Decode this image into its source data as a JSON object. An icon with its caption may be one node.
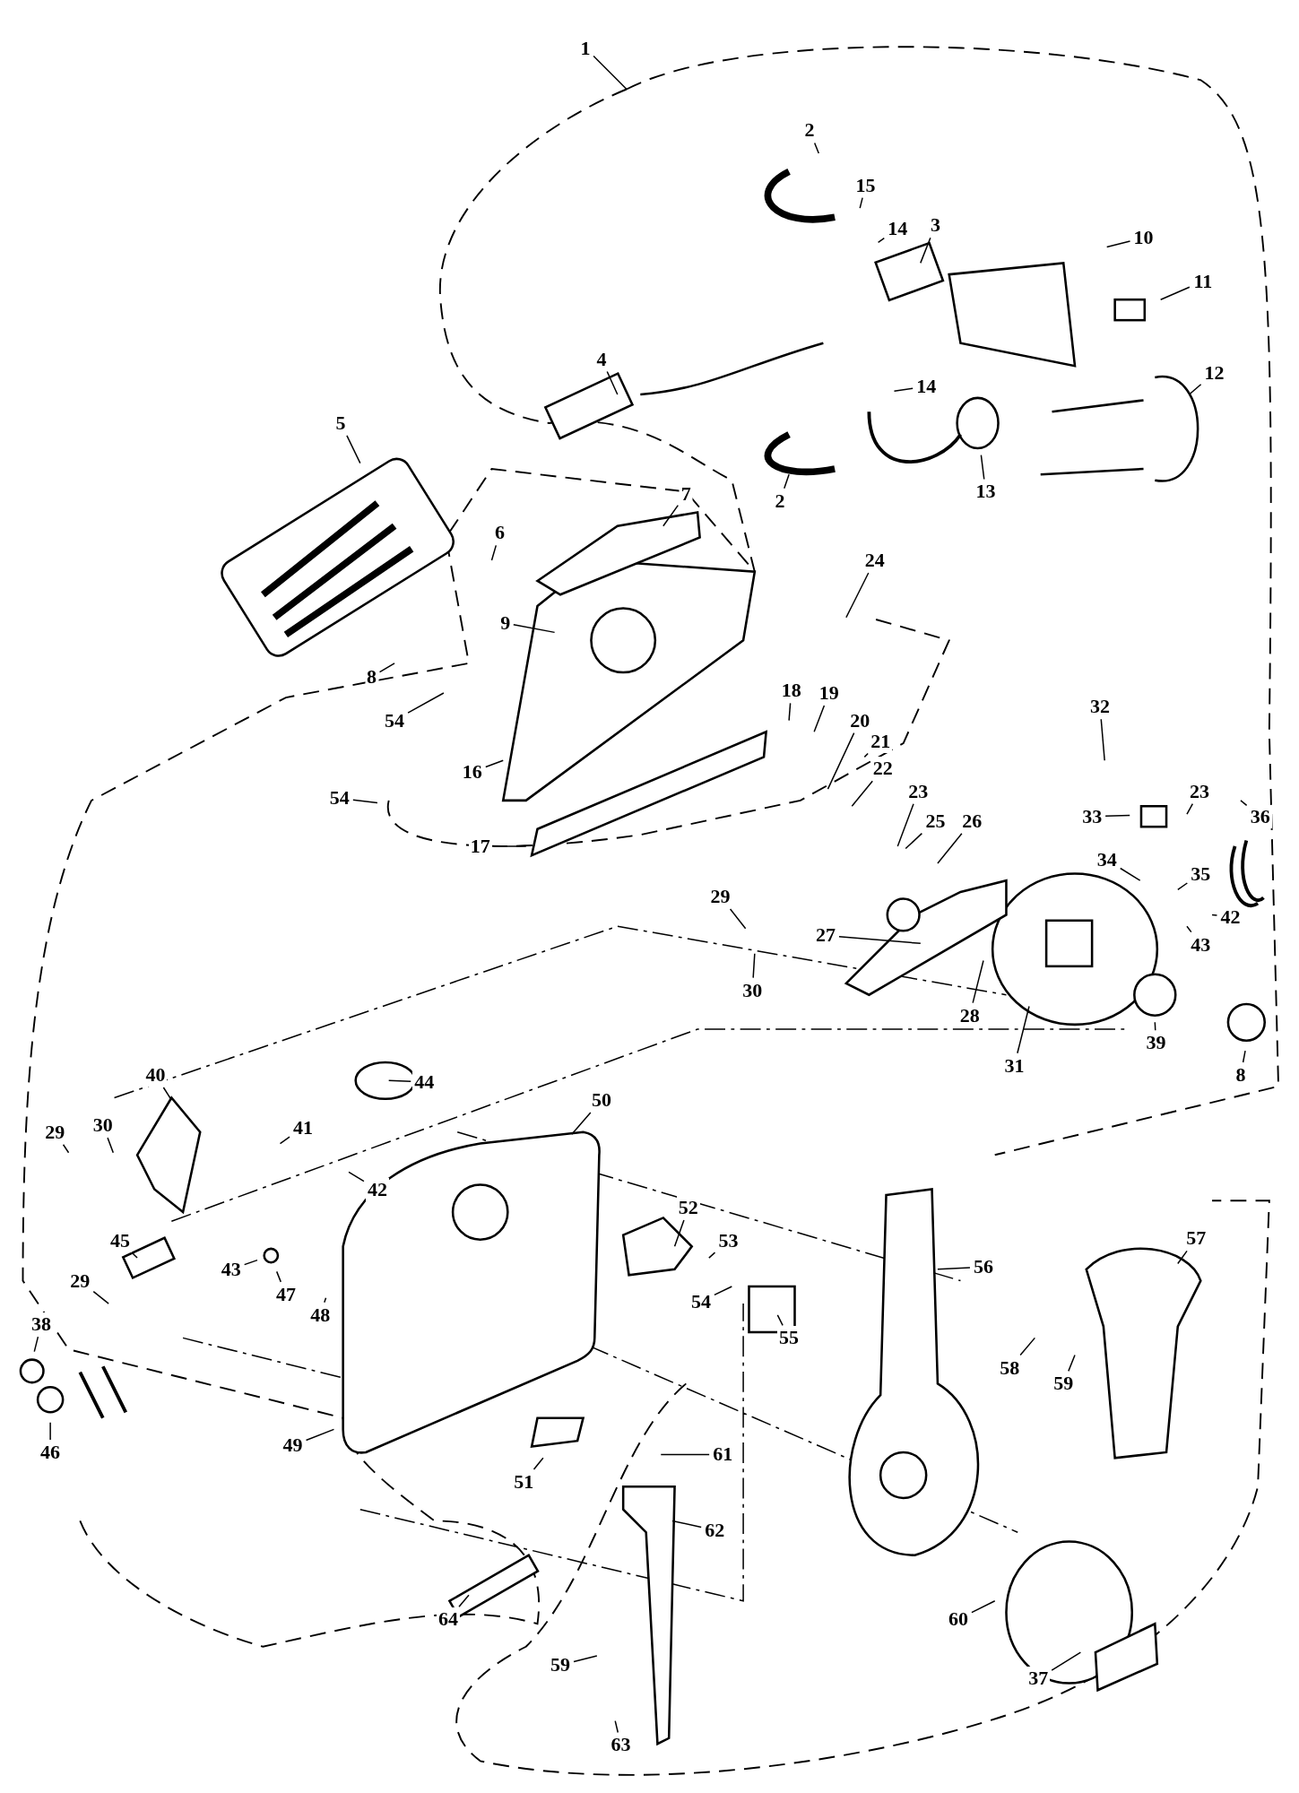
{
  "diagram": {
    "nodes": [
      {
        "text": [
          "1"
        ]
      },
      {
        "text": [
          "2"
        ]
      },
      {
        "text": [
          "15"
        ]
      },
      {
        "text": [
          "14"
        ]
      },
      {
        "text": [
          "3"
        ]
      },
      {
        "text": [
          "10"
        ]
      },
      {
        "text": [
          "11"
        ]
      },
      {
        "text": [
          "4"
        ]
      },
      {
        "text": [
          "12"
        ]
      },
      {
        "text": [
          "14"
        ]
      },
      {
        "text": [
          "5"
        ]
      },
      {
        "text": [
          "2"
        ]
      },
      {
        "text": [
          "13"
        ]
      },
      {
        "text": [
          "7"
        ]
      },
      {
        "text": [
          "24"
        ]
      },
      {
        "text": [
          "6"
        ]
      },
      {
        "text": [
          "9"
        ]
      },
      {
        "text": [
          "8"
        ]
      },
      {
        "text": [
          "18"
        ]
      },
      {
        "text": [
          "19"
        ]
      },
      {
        "text": [
          "32"
        ]
      },
      {
        "text": [
          "54"
        ]
      },
      {
        "text": [
          "20"
        ]
      },
      {
        "text": [
          "21"
        ]
      },
      {
        "text": [
          "16"
        ]
      },
      {
        "text": [
          "22"
        ]
      },
      {
        "text": [
          "23"
        ]
      },
      {
        "text": [
          "54"
        ]
      },
      {
        "text": [
          "33"
        ]
      },
      {
        "text": [
          "23"
        ]
      },
      {
        "text": [
          "25"
        ]
      },
      {
        "text": [
          "26"
        ]
      },
      {
        "text": [
          "36"
        ]
      },
      {
        "text": [
          "17"
        ]
      },
      {
        "text": [
          "34"
        ]
      },
      {
        "text": [
          "35"
        ]
      },
      {
        "text": [
          "29"
        ]
      },
      {
        "text": [
          "27"
        ]
      },
      {
        "text": [
          "42"
        ]
      },
      {
        "text": [
          "43"
        ]
      },
      {
        "text": [
          "30"
        ]
      },
      {
        "text": [
          "28"
        ]
      },
      {
        "text": [
          "31"
        ]
      },
      {
        "text": [
          "39"
        ]
      },
      {
        "text": [
          "8"
        ]
      },
      {
        "text": [
          "40"
        ]
      },
      {
        "text": [
          "44"
        ]
      },
      {
        "text": [
          "50"
        ]
      },
      {
        "text": [
          "29"
        ]
      },
      {
        "text": [
          "30"
        ]
      },
      {
        "text": [
          "41"
        ]
      },
      {
        "text": [
          "42"
        ]
      },
      {
        "text": [
          "52"
        ]
      },
      {
        "text": [
          "53"
        ]
      },
      {
        "text": [
          "56"
        ]
      },
      {
        "text": [
          "57"
        ]
      },
      {
        "text": [
          "45"
        ]
      },
      {
        "text": [
          "43"
        ]
      },
      {
        "text": [
          "47"
        ]
      },
      {
        "text": [
          "29"
        ]
      },
      {
        "text": [
          "48"
        ]
      },
      {
        "text": [
          "54"
        ]
      },
      {
        "text": [
          "55"
        ]
      },
      {
        "text": [
          "58"
        ]
      },
      {
        "text": [
          "59"
        ]
      },
      {
        "text": [
          "38"
        ]
      },
      {
        "text": [
          "46"
        ]
      },
      {
        "text": [
          "49"
        ]
      },
      {
        "text": [
          "51"
        ]
      },
      {
        "text": [
          "61"
        ]
      },
      {
        "text": [
          "62"
        ]
      },
      {
        "text": [
          "64"
        ]
      },
      {
        "text": [
          "60"
        ]
      },
      {
        "text": [
          "59"
        ]
      },
      {
        "text": [
          "37"
        ]
      },
      {
        "text": [
          "63"
        ]
      }
    ],
    "edges": [
      {
        "from": 0,
        "to": null,
        "arrow": "none"
      },
      {
        "from": 1,
        "to": null,
        "arrow": "none"
      },
      {
        "from": 2,
        "to": null,
        "arrow": "none"
      },
      {
        "from": 3,
        "to": null,
        "arrow": "none"
      },
      {
        "from": 4,
        "to": null,
        "arrow": "none"
      },
      {
        "from": 5,
        "to": null,
        "arrow": "none"
      },
      {
        "from": 6,
        "to": null,
        "arrow": "none"
      },
      {
        "from": 7,
        "to": null,
        "arrow": "none"
      },
      {
        "from": 8,
        "to": null,
        "arrow": "none"
      },
      {
        "from": 9,
        "to": null,
        "arrow": "none"
      },
      {
        "from": 10,
        "to": null,
        "arrow": "none"
      },
      {
        "from": 11,
        "to": null,
        "arrow": "none"
      },
      {
        "from": 12,
        "to": null,
        "arrow": "none"
      },
      {
        "from": 13,
        "to": null,
        "arrow": "none"
      },
      {
        "from": 14,
        "to": null,
        "arrow": "none"
      },
      {
        "from": 15,
        "to": null,
        "arrow": "none"
      },
      {
        "from": 16,
        "to": null,
        "arrow": "none"
      },
      {
        "from": 17,
        "to": null,
        "arrow": "none"
      },
      {
        "from": 18,
        "to": null,
        "arrow": "none"
      },
      {
        "from": 19,
        "to": null,
        "arrow": "none"
      },
      {
        "from": 20,
        "to": null,
        "arrow": "none"
      },
      {
        "from": 21,
        "to": null,
        "arrow": "none"
      },
      {
        "from": 22,
        "to": null,
        "arrow": "none"
      },
      {
        "from": 23,
        "to": null,
        "arrow": "none"
      },
      {
        "from": 24,
        "to": null,
        "arrow": "none"
      },
      {
        "from": 25,
        "to": null,
        "arrow": "none"
      },
      {
        "from": 26,
        "to": null,
        "arrow": "none"
      },
      {
        "from": 27,
        "to": null,
        "arrow": "none"
      },
      {
        "from": 28,
        "to": null,
        "arrow": "none"
      },
      {
        "from": 29,
        "to": null,
        "arrow": "none"
      },
      {
        "from": 30,
        "to": null,
        "arrow": "none"
      },
      {
        "from": 31,
        "to": null,
        "arrow": "none"
      },
      {
        "from": 32,
        "to": null,
        "arrow": "none"
      },
      {
        "from": 33,
        "to": null,
        "arrow": "none"
      },
      {
        "from": 34,
        "to": null,
        "arrow": "none"
      },
      {
        "from": 35,
        "to": null,
        "arrow": "none"
      },
      {
        "from": 36,
        "to": null,
        "arrow": "none"
      },
      {
        "from": 37,
        "to": null,
        "arrow": "none"
      },
      {
        "from": 38,
        "to": null,
        "arrow": "none"
      },
      {
        "from": 39,
        "to": null,
        "arrow": "none"
      },
      {
        "from": 40,
        "to": null,
        "arrow": "none"
      },
      {
        "from": 41,
        "to": null,
        "arrow": "none"
      },
      {
        "from": 42,
        "to": null,
        "arrow": "none"
      },
      {
        "from": 43,
        "to": null,
        "arrow": "none"
      },
      {
        "from": 44,
        "to": null,
        "arrow": "none"
      },
      {
        "from": 45,
        "to": null,
        "arrow": "none"
      },
      {
        "from": 46,
        "to": null,
        "arrow": "none"
      },
      {
        "from": 47,
        "to": null,
        "arrow": "none"
      },
      {
        "from": 48,
        "to": null,
        "arrow": "none"
      },
      {
        "from": 49,
        "to": null,
        "arrow": "none"
      },
      {
        "from": 50,
        "to": null,
        "arrow": "none"
      },
      {
        "from": 51,
        "to": null,
        "arrow": "none"
      },
      {
        "from": 52,
        "to": null,
        "arrow": "none"
      },
      {
        "from": 53,
        "to": null,
        "arrow": "none"
      },
      {
        "from": 54,
        "to": null,
        "arrow": "none"
      },
      {
        "from": 55,
        "to": null,
        "arrow": "none"
      },
      {
        "from": 56,
        "to": null,
        "arrow": "none"
      },
      {
        "from": 57,
        "to": null,
        "arrow": "none"
      },
      {
        "from": 58,
        "to": null,
        "arrow": "none"
      },
      {
        "from": 59,
        "to": null,
        "arrow": "none"
      },
      {
        "from": 60,
        "to": null,
        "arrow": "none"
      },
      {
        "from": 61,
        "to": null,
        "arrow": "none"
      },
      {
        "from": 62,
        "to": null,
        "arrow": "none"
      },
      {
        "from": 63,
        "to": null,
        "arrow": "none"
      },
      {
        "from": 64,
        "to": null,
        "arrow": "none"
      },
      {
        "from": 65,
        "to": null,
        "arrow": "none"
      },
      {
        "from": 66,
        "to": null,
        "arrow": "none"
      },
      {
        "from": 67,
        "to": null,
        "arrow": "none"
      },
      {
        "from": 68,
        "to": null,
        "arrow": "none"
      },
      {
        "from": 69,
        "to": null,
        "arrow": "none"
      },
      {
        "from": 70,
        "to": null,
        "arrow": "none"
      },
      {
        "from": 71,
        "to": null,
        "arrow": "none"
      },
      {
        "from": 72,
        "to": null,
        "arrow": "none"
      },
      {
        "from": 73,
        "to": null,
        "arrow": "none"
      },
      {
        "from": 74,
        "to": null,
        "arrow": "none"
      },
      {
        "from": 75,
        "to": null,
        "arrow": "none"
      }
    ]
  }
}
